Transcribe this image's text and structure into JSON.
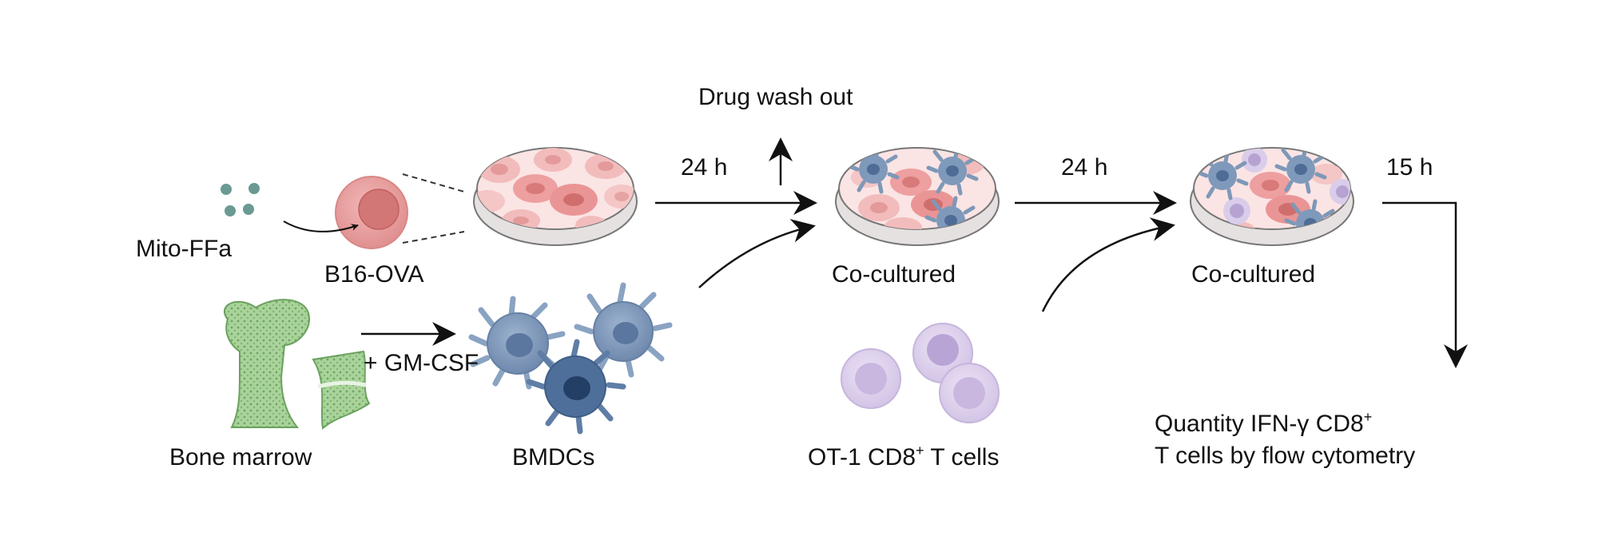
{
  "labels": {
    "mito_ffa": "Mito-FFa",
    "b16_ova": "B16-OVA",
    "bone_marrow": "Bone marrow",
    "gm_csf": "+ GM-CSF",
    "bmdcs": "BMDCs",
    "drug_wash_out": "Drug wash out",
    "time_1": "24 h",
    "time_2": "24 h",
    "time_3": "15 h",
    "cocultured_1": "Co-cultured",
    "cocultured_2": "Co-cultured",
    "ot1_prefix": "OT-1 CD8",
    "ot1_sup": "+",
    "ot1_suffix": " T cells",
    "quantity_line1_prefix": "Quantity IFN-γ CD8",
    "quantity_line1_sup": "+",
    "quantity_line2": "T cells by flow cytometry"
  },
  "colors": {
    "tumor_cell": "#e79a9a",
    "tumor_cell_dark": "#d27474",
    "dish_fill": "#fbe5e5",
    "dendritic_cell": "#7e98b8",
    "dendritic_cell_dark": "#3e5d86",
    "t_cell": "#d9cdea",
    "t_cell_dark": "#b7a3d2",
    "bone": "#9fcd8f",
    "bone_dark": "#5f9a55",
    "drug_particle": "#5f8f88",
    "arrow": "#111111"
  }
}
